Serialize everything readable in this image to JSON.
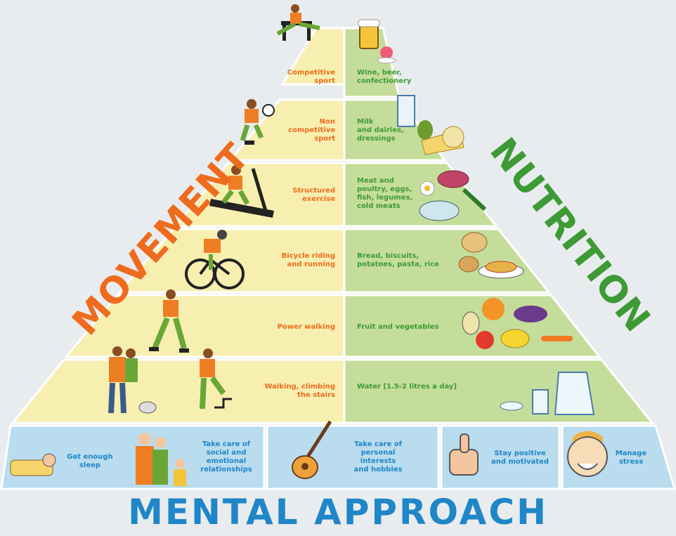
{
  "diagram": {
    "left_heading": "MOVEMENT",
    "right_heading": "NUTRITION",
    "bottom_heading": "MENTAL APPROACH",
    "colors": {
      "background": "#e9ecee",
      "movement_panel": "#f7efb0",
      "nutrition_panel": "#c5dd9a",
      "mental_panel": "#b9dcee",
      "movement_text": "#ef6b1d",
      "nutrition_text": "#3d9a35",
      "mental_text": "#1f86c8"
    },
    "movement_levels": [
      {
        "label": "Competitive\nsport",
        "icon": "hurdler-icon"
      },
      {
        "label": "Non\ncompetitive\nsport",
        "icon": "football-player-icon"
      },
      {
        "label": "Structured\nexercise",
        "icon": "treadmill-runner-icon"
      },
      {
        "label": "Bicycle riding\nand running",
        "icon": "cyclist-icon"
      },
      {
        "label": "Power walking",
        "icon": "power-walker-icon"
      },
      {
        "label": "Walking, climbing\nthe stairs",
        "icon": "walkers-and-stairs-icon"
      }
    ],
    "nutrition_levels": [
      {
        "label": "Wine, beer,\nconfectionery",
        "icon": "beer-and-cake-icon"
      },
      {
        "label": "Milk\nand dairies,\ndressings",
        "icon": "milk-and-cheese-icon"
      },
      {
        "label": "Meat and\npoultry, eggs,\nfish, legumes,\ncold meats",
        "icon": "meat-fish-eggs-icon"
      },
      {
        "label": "Bread, biscuits,\npotatoes, pasta, rice",
        "icon": "bread-pasta-icon"
      },
      {
        "label": "Fruit and vegetables",
        "icon": "fruit-vegetables-icon"
      },
      {
        "label": "Water [1.5-2 litres a day]",
        "icon": "water-jug-icon"
      }
    ],
    "mental_items": [
      {
        "label": "Get enough\nsleep",
        "icon": "sleeping-person-icon"
      },
      {
        "label": "Take care of\nsocial and\nemotional\nrelationships",
        "icon": "family-icon"
      },
      {
        "label": "Take care of\npersonal\ninterests\nand hobbies",
        "icon": "guitar-icon"
      },
      {
        "label": "Stay positive\nand motivated",
        "icon": "thumbs-up-icon"
      },
      {
        "label": "Manage\nstress",
        "icon": "smiling-face-icon"
      }
    ]
  }
}
